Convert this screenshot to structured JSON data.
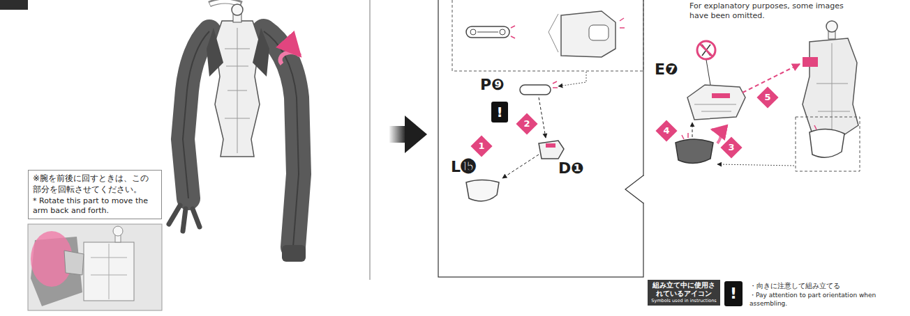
{
  "diagram": {
    "nodes": [
      {
        "text": [
          "※腕を前後に回すときは、この部分を回転させてください。",
          "* Rotate this part to move the arm back and forth."
        ]
      },
      {
        "text": [
          "組み立て中に使用されているアイコン",
          "Symbols used in instructions"
        ]
      }
    ],
    "labels": [
      "For explanatory purposes, some images have been omitted.",
      "P❾",
      "!",
      "2",
      "L⓯",
      "1",
      "D❶",
      "E❼",
      "5",
      "4",
      "3",
      "!",
      "・向きに注意して組み立てる",
      "・Pay attention to part orientation when assembling."
    ]
  }
}
